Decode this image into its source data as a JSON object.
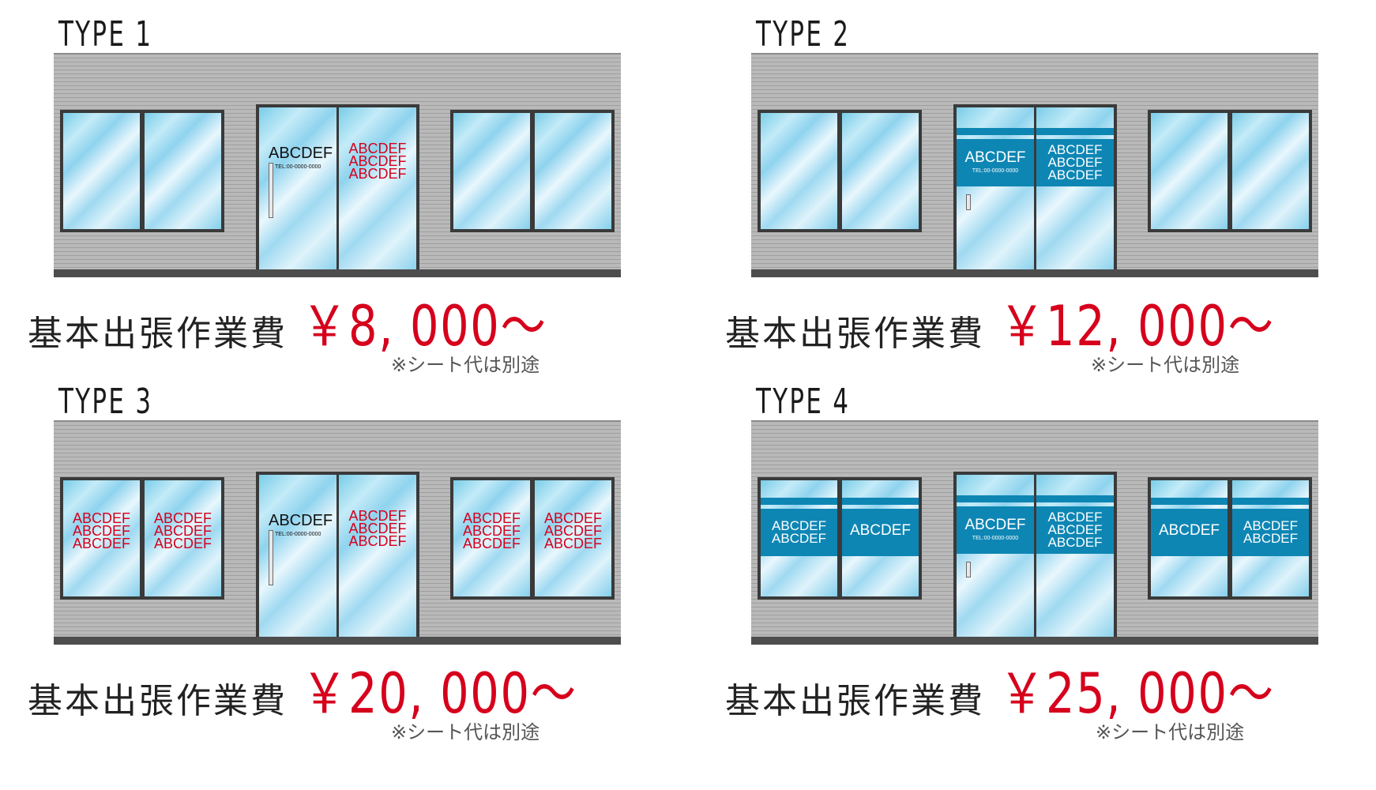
{
  "types": [
    {
      "title": "TYPE 1",
      "label": "基本出張作業費",
      "price": "￥8, 000～",
      "note": "※シート代は別途"
    },
    {
      "title": "TYPE 2",
      "label": "基本出張作業費",
      "price": "￥12, 000～",
      "note": "※シート代は別途"
    },
    {
      "title": "TYPE 3",
      "label": "基本出張作業費",
      "price": "￥20, 000～",
      "note": "※シート代は別途"
    },
    {
      "title": "TYPE 4",
      "label": "基本出張作業費",
      "price": "￥25, 000～",
      "note": "※シート代は別途"
    }
  ],
  "sign": {
    "logo": "ABCDEF",
    "tel": "TEL:00-0000-0000",
    "line": "ABCDEF"
  },
  "colors": {
    "red_text": "#d6001c",
    "blue_band": "#0e86b4",
    "wall": "#b9b9b9",
    "frame": "#3a3a3a"
  }
}
